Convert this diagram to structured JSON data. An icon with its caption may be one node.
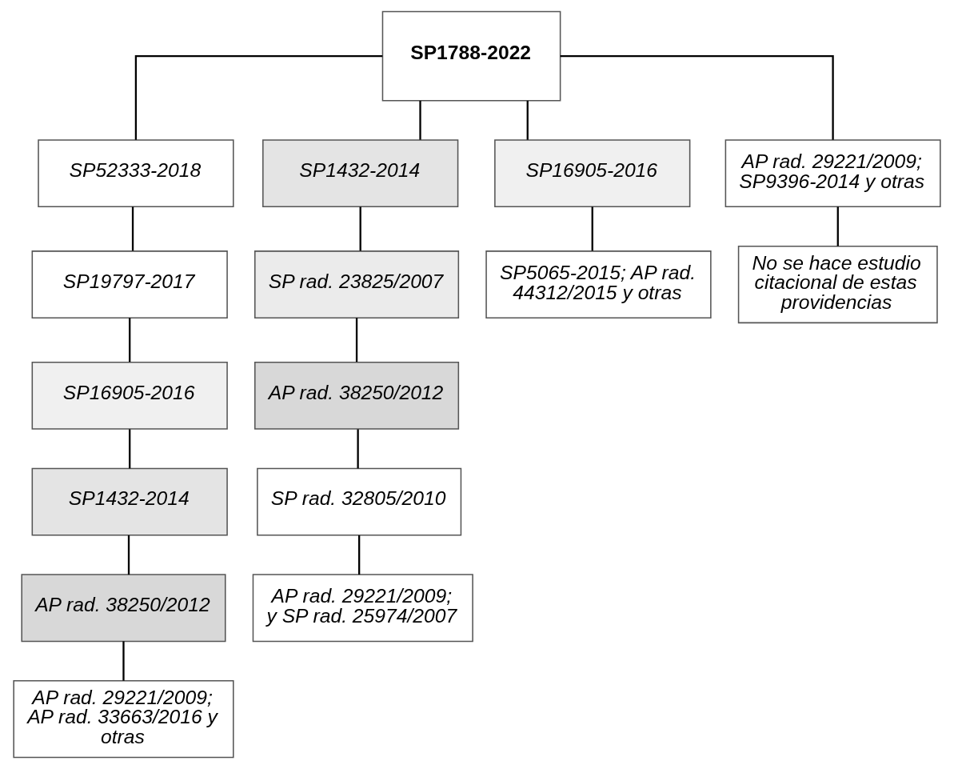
{
  "diagram": {
    "nodes": [
      {
        "text": [
          "SP1788-2022"
        ]
      },
      {
        "text": [
          "SP52333-2018"
        ]
      },
      {
        "text": [
          "SP1432-2014"
        ]
      },
      {
        "text": [
          "SP16905-2016"
        ]
      },
      {
        "text": [
          "AP rad. 29221/2009; SP9396-2014 y otras"
        ]
      },
      {
        "text": [
          "SP19797-2017"
        ]
      },
      {
        "text": [
          "SP16905-2016"
        ]
      },
      {
        "text": [
          "SP1432-2014"
        ]
      },
      {
        "text": [
          "AP rad. 38250/2012"
        ]
      },
      {
        "text": [
          "AP rad. 29221/2009; AP rad. 33663/2016 y otras"
        ]
      },
      {
        "text": [
          "SP rad. 23825/2007"
        ]
      },
      {
        "text": [
          "AP rad. 38250/2012"
        ]
      },
      {
        "text": [
          "SP rad. 32805/2010"
        ]
      },
      {
        "text": [
          "AP rad. 29221/2009; y SP rad. 25974/2007"
        ]
      },
      {
        "text": [
          "SP5065-2015; AP rad. 44312/2015 y otras"
        ]
      },
      {
        "text": [
          "No se hace estudio citacional de estas providencias"
        ]
      }
    ],
    "edges": [
      {
        "from": 0,
        "to": 1,
        "arrow": "none"
      },
      {
        "from": 0,
        "to": 2,
        "arrow": "none"
      },
      {
        "from": 0,
        "to": 3,
        "arrow": "none"
      },
      {
        "from": 0,
        "to": 4,
        "arrow": "none"
      },
      {
        "from": 1,
        "to": 5,
        "arrow": "none"
      },
      {
        "from": 5,
        "to": 6,
        "arrow": "none"
      },
      {
        "from": 6,
        "to": 7,
        "arrow": "none"
      },
      {
        "from": 7,
        "to": 8,
        "arrow": "none"
      },
      {
        "from": 8,
        "to": 9,
        "arrow": "none"
      },
      {
        "from": 2,
        "to": 10,
        "arrow": "none"
      },
      {
        "from": 10,
        "to": 11,
        "arrow": "none"
      },
      {
        "from": 11,
        "to": 12,
        "arrow": "none"
      },
      {
        "from": 12,
        "to": 13,
        "arrow": "none"
      },
      {
        "from": 3,
        "to": 14,
        "arrow": "none"
      },
      {
        "from": 4,
        "to": 15,
        "arrow": "none"
      }
    ]
  }
}
